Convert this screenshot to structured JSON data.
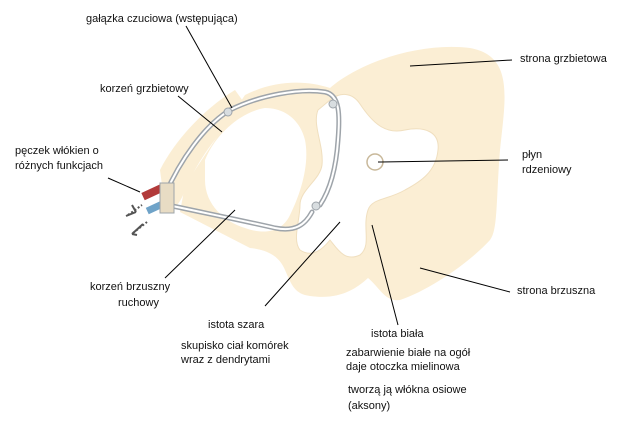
{
  "labels": {
    "sensory_branch": "gałązka czuciowa (wstępująca)",
    "dorsal_side": "strona grzbietowa",
    "dorsal_root": "korzeń grzbietowy",
    "fiber_bundle_line1": "pęczek włókien o",
    "fiber_bundle_line2": "różnych funkcjach",
    "csf_line1": "płyn",
    "csf_line2": "rdzeniowy",
    "ventral_side": "strona brzuszna",
    "ventral_root_line1": "korzeń brzuszny",
    "ventral_root_line2": "ruchowy",
    "grey_matter": "istota szara",
    "grey_matter_desc_line1": "skupisko ciał komórek",
    "grey_matter_desc_line2": "wraz z dendrytami",
    "white_matter": "istota biała",
    "white_matter_desc_line1": "zabarwienie białe na ogół",
    "white_matter_desc_line2": "daje otoczka mielinowa",
    "white_matter_desc_line3": "tworzą ją włókna osiowe",
    "white_matter_desc_line4": "(aksony)"
  },
  "colors": {
    "white_matter": "#fbeed4",
    "grey_matter": "#ffffff",
    "nerve_fiber": "#9ea4aa",
    "sensory_fiber": "#b23a3a",
    "motor_fiber": "#6fa3c8",
    "leader_line": "#000000"
  }
}
